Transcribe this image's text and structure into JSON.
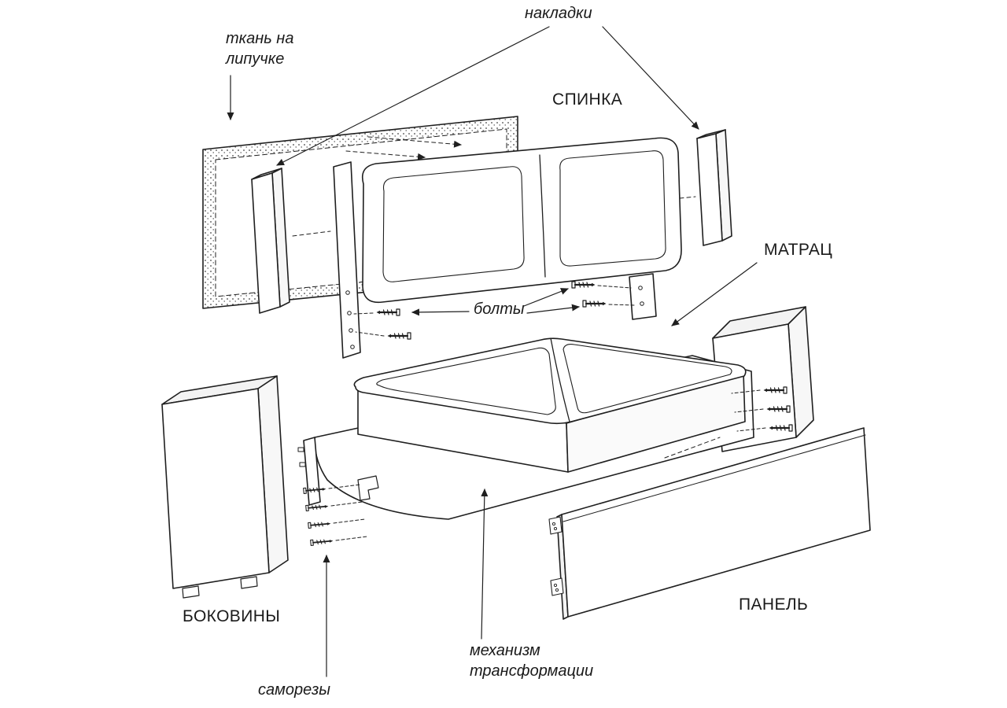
{
  "diagram": {
    "description": "Exploded assembly diagram of a sofa",
    "labels": {
      "overlays": "накладки",
      "velcro_fabric": "ткань на липучке",
      "backrest": "СПИНКА",
      "mattress": "МАТРАЦ",
      "bolts": "болты",
      "side_panels": "БОКОВИНЫ",
      "front_panel": "ПАНЕЛЬ",
      "mechanism": "механизм трансформации",
      "screws": "саморезы"
    },
    "style": {
      "line_color": "#1f1f1f",
      "background": "#ffffff"
    }
  }
}
